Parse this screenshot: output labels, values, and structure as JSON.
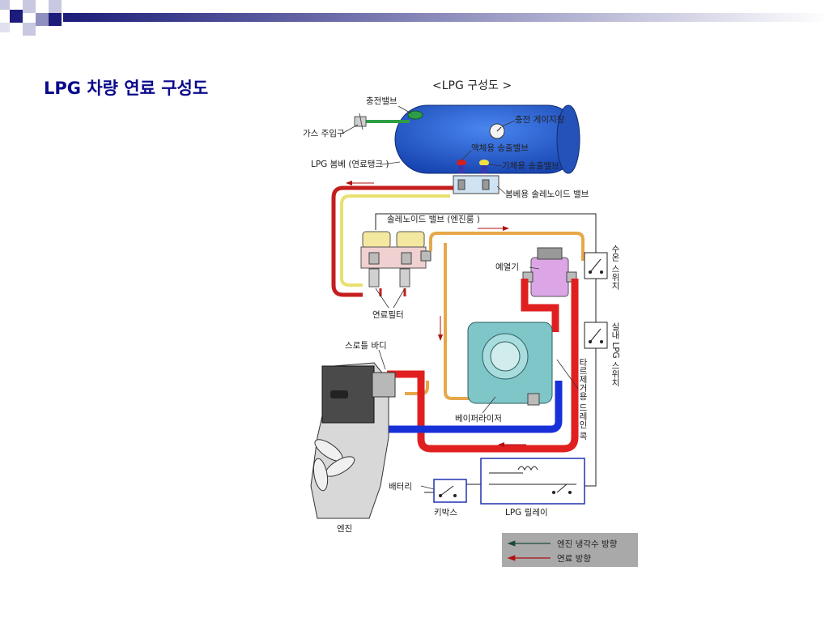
{
  "slide": {
    "title": "LPG 차량 연료 구성도"
  },
  "diagram": {
    "title": "<LPG 구성도 >",
    "labels": {
      "charge_valve": "충전밸브",
      "gas_inlet": "가스 주입구",
      "charge_gauge": "충전 게이지창",
      "liquid_valve": "액체용 송출밸브",
      "gas_valve": "기체용 송출밸브",
      "tank": "LPG 봄베 (연료탱크 )",
      "tank_solenoid": "봄베용 솔레노이드 밸브",
      "solenoid_engine_room": "솔레노이드 밸브 (엔진룸 )",
      "preheater": "예열기",
      "fuel_filter": "연료필터",
      "throttle_body": "스로틀 바디",
      "vaporizer": "베이퍼라이저",
      "tar_drain_cock": "타르제거용 드레인 콕",
      "temp_switch": "수온 스위치",
      "indoor_lpg_switch": "실내 LPG 스위치",
      "battery": "배터리",
      "key_box": "키박스",
      "lpg_relay": "LPG 릴레이",
      "engine": "엔진"
    },
    "legend": [
      {
        "label": "엔진 냉각수 방향",
        "color": "#1a4a3a"
      },
      {
        "label": "연료 방향",
        "color": "#b01010"
      }
    ],
    "colors": {
      "tank": "#1f5fd0",
      "liquid_line": "#c41e1e",
      "vapor_line": "#e6a84a",
      "filter_line": "#e8e070",
      "coolant_hot": "#e02020",
      "coolant_cold": "#1830d8",
      "title_text": "#0a0a8c"
    }
  }
}
